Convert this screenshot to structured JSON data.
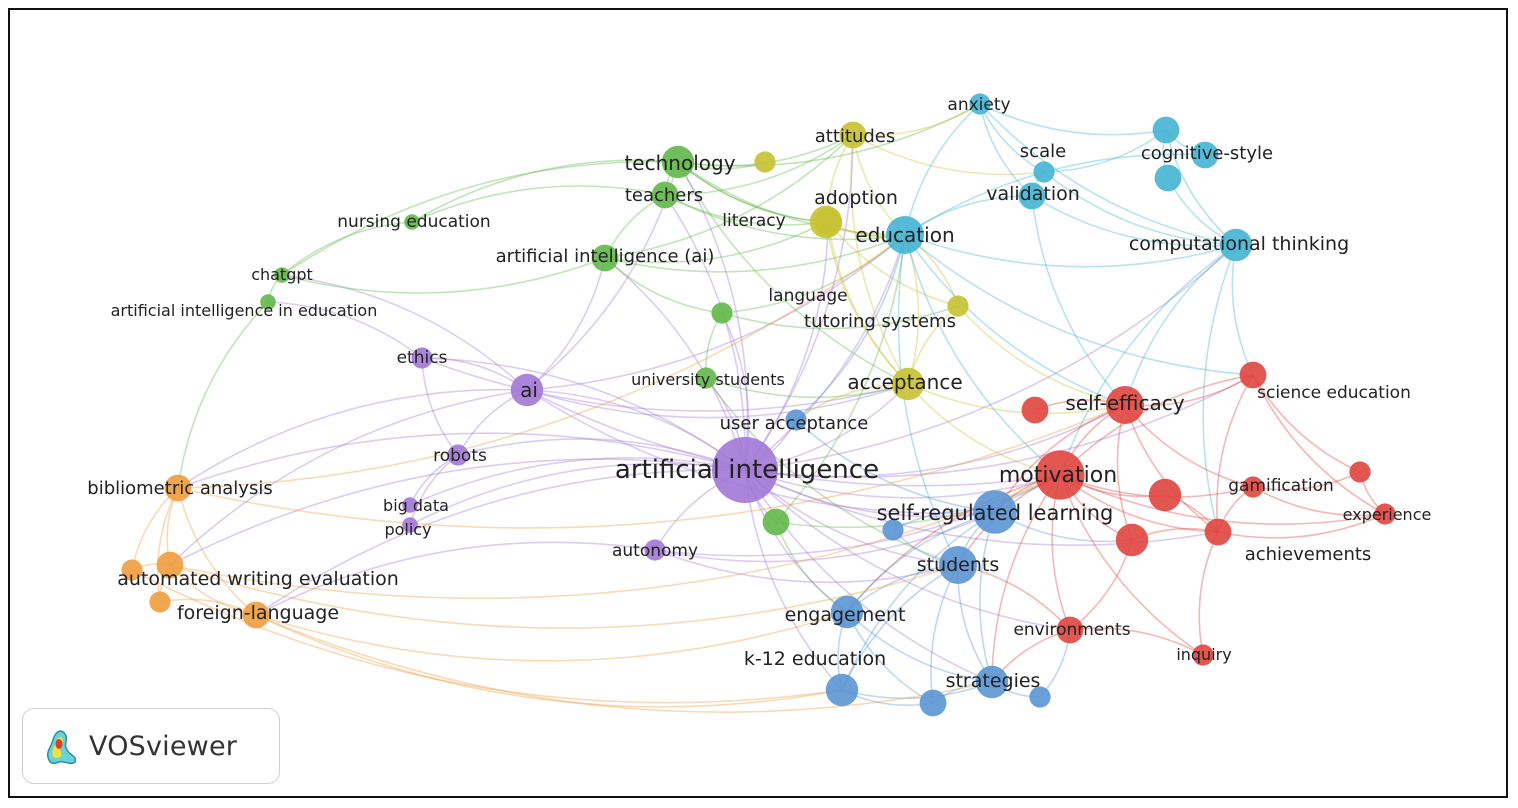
{
  "brand": {
    "name": "VOSviewer"
  },
  "clusters": {
    "red": "#e0453f",
    "green": "#62b84a",
    "blue": "#5b95d4",
    "yellow": "#c7c232",
    "purple": "#a278d6",
    "cyan": "#45b4d4",
    "orange": "#ef9d3e"
  },
  "nodes": [
    {
      "id": "artificial_intelligence",
      "label": "artificial intelligence",
      "cluster": "purple",
      "weight": 10
    },
    {
      "id": "ai",
      "label": "ai",
      "cluster": "purple",
      "weight": 4
    },
    {
      "id": "ethics",
      "label": "ethics",
      "cluster": "purple",
      "weight": 2
    },
    {
      "id": "robots",
      "label": "robots",
      "cluster": "purple",
      "weight": 2
    },
    {
      "id": "big_data",
      "label": "big data",
      "cluster": "purple",
      "weight": 1
    },
    {
      "id": "policy",
      "label": "policy",
      "cluster": "purple",
      "weight": 1
    },
    {
      "id": "autonomy",
      "label": "autonomy",
      "cluster": "purple",
      "weight": 2
    },
    {
      "id": "technology",
      "label": "technology",
      "cluster": "green",
      "weight": 4
    },
    {
      "id": "teachers",
      "label": "teachers",
      "cluster": "green",
      "weight": 3
    },
    {
      "id": "nursing_education",
      "label": "nursing education",
      "cluster": "green",
      "weight": 1
    },
    {
      "id": "chatgpt",
      "label": "chatgpt",
      "cluster": "green",
      "weight": 1
    },
    {
      "id": "aied",
      "label": "artificial intelligence in education",
      "cluster": "green",
      "weight": 1
    },
    {
      "id": "ai_paren",
      "label": "artificial intelligence (ai)",
      "cluster": "green",
      "weight": 3
    },
    {
      "id": "language",
      "label": "language",
      "cluster": "green",
      "weight": 2
    },
    {
      "id": "university_students",
      "label": "university students",
      "cluster": "green",
      "weight": 2
    },
    {
      "id": "green_anon",
      "label": "",
      "cluster": "green",
      "weight": 3
    },
    {
      "id": "attitudes",
      "label": "attitudes",
      "cluster": "yellow",
      "weight": 3
    },
    {
      "id": "adoption",
      "label": "adoption",
      "cluster": "yellow",
      "weight": 3
    },
    {
      "id": "literacy",
      "label": "literacy",
      "cluster": "yellow",
      "weight": 4
    },
    {
      "id": "tutoring_systems",
      "label": "tutoring systems",
      "cluster": "yellow",
      "weight": 2
    },
    {
      "id": "acceptance",
      "label": "acceptance",
      "cluster": "yellow",
      "weight": 4
    },
    {
      "id": "yellow_anon",
      "label": "",
      "cluster": "yellow",
      "weight": 2
    },
    {
      "id": "anxiety",
      "label": "anxiety",
      "cluster": "cyan",
      "weight": 2
    },
    {
      "id": "scale",
      "label": "scale",
      "cluster": "cyan",
      "weight": 2
    },
    {
      "id": "cognitive_style",
      "label": "cognitive-style",
      "cluster": "cyan",
      "weight": 3
    },
    {
      "id": "validation",
      "label": "validation",
      "cluster": "cyan",
      "weight": 3
    },
    {
      "id": "education",
      "label": "education",
      "cluster": "cyan",
      "weight": 5
    },
    {
      "id": "computational_thinking",
      "label": "computational thinking",
      "cluster": "cyan",
      "weight": 4
    },
    {
      "id": "cyan_anon1",
      "label": "",
      "cluster": "cyan",
      "weight": 3
    },
    {
      "id": "cyan_anon2",
      "label": "",
      "cluster": "cyan",
      "weight": 3
    },
    {
      "id": "self_efficacy",
      "label": "self-efficacy",
      "cluster": "red",
      "weight": 5
    },
    {
      "id": "science_education",
      "label": "science education",
      "cluster": "red",
      "weight": 3
    },
    {
      "id": "motivation",
      "label": "motivation",
      "cluster": "red",
      "weight": 7
    },
    {
      "id": "gamification",
      "label": "gamification",
      "cluster": "red",
      "weight": 2
    },
    {
      "id": "experience",
      "label": "experience",
      "cluster": "red",
      "weight": 2
    },
    {
      "id": "achievements",
      "label": "achievements",
      "cluster": "red",
      "weight": 3
    },
    {
      "id": "environments",
      "label": "environments",
      "cluster": "red",
      "weight": 3
    },
    {
      "id": "inquiry",
      "label": "inquiry",
      "cluster": "red",
      "weight": 2
    },
    {
      "id": "red_anon1",
      "label": "",
      "cluster": "red",
      "weight": 4
    },
    {
      "id": "red_anon2",
      "label": "",
      "cluster": "red",
      "weight": 4
    },
    {
      "id": "red_anon3",
      "label": "",
      "cluster": "red",
      "weight": 3
    },
    {
      "id": "red_anon4",
      "label": "",
      "cluster": "red",
      "weight": 2
    },
    {
      "id": "self_regulated_learning",
      "label": "self-regulated learning",
      "cluster": "blue",
      "weight": 6
    },
    {
      "id": "students",
      "label": "students",
      "cluster": "blue",
      "weight": 5
    },
    {
      "id": "user_acceptance",
      "label": "user acceptance",
      "cluster": "blue",
      "weight": 2
    },
    {
      "id": "engagement",
      "label": "engagement",
      "cluster": "blue",
      "weight": 4
    },
    {
      "id": "k12_education",
      "label": "k-12 education",
      "cluster": "blue",
      "weight": 4
    },
    {
      "id": "strategies",
      "label": "strategies",
      "cluster": "blue",
      "weight": 4
    },
    {
      "id": "blue_anon1",
      "label": "",
      "cluster": "blue",
      "weight": 2
    },
    {
      "id": "blue_anon2",
      "label": "",
      "cluster": "blue",
      "weight": 3
    },
    {
      "id": "blue_anon3",
      "label": "",
      "cluster": "blue",
      "weight": 2
    },
    {
      "id": "bibliometric_analysis",
      "label": "bibliometric analysis",
      "cluster": "orange",
      "weight": 3
    },
    {
      "id": "automated_writing_evaluation",
      "label": "automated writing evaluation",
      "cluster": "orange",
      "weight": 3
    },
    {
      "id": "foreign_language",
      "label": "foreign-language",
      "cluster": "orange",
      "weight": 3
    },
    {
      "id": "orange_anon1",
      "label": "",
      "cluster": "orange",
      "weight": 2
    },
    {
      "id": "orange_anon2",
      "label": "",
      "cluster": "orange",
      "weight": 2
    }
  ]
}
